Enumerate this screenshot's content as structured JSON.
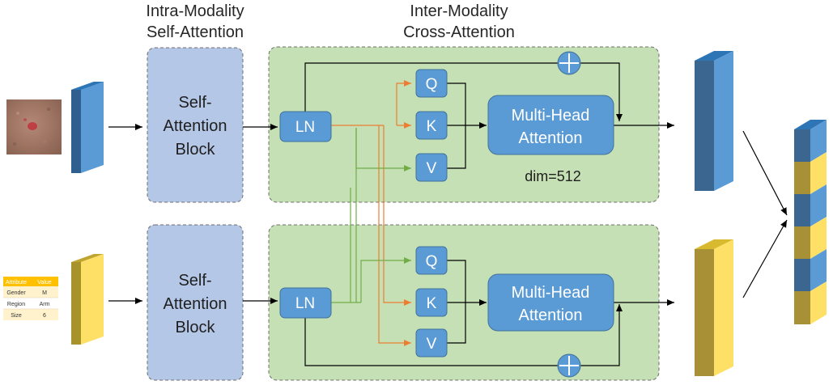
{
  "headers": {
    "intra_line1": "Intra-Modality",
    "intra_line2": "Self-Attention",
    "inter_line1": "Inter-Modality",
    "inter_line2": "Cross-Attention"
  },
  "self_attention_block": {
    "line1": "Self-",
    "line2": "Attention",
    "line3": "Block"
  },
  "labels": {
    "ln": "LN",
    "q": "Q",
    "k": "K",
    "v": "V",
    "mha_line1": "Multi-Head",
    "mha_line2": "Attention",
    "dim": "dim=512"
  },
  "metadata_table": {
    "headers": [
      "Attribute",
      "Value"
    ],
    "rows": [
      [
        "Gender",
        "M"
      ],
      [
        "Region",
        "Arm"
      ],
      [
        "Size",
        "6"
      ]
    ]
  },
  "colors": {
    "ln_box": "#5b9bd5",
    "qkv_box": "#5b9bd5",
    "mha_box": "#5b9bd5",
    "self_attn_block": "#b4c7e7",
    "cross_attn_panel": "#c5e0b4",
    "image_feature": "#2e75b6",
    "text_feature": "#ffe066",
    "orange_path": "#ed7d31",
    "green_path": "#70ad47",
    "table_header": "#ffc000"
  }
}
